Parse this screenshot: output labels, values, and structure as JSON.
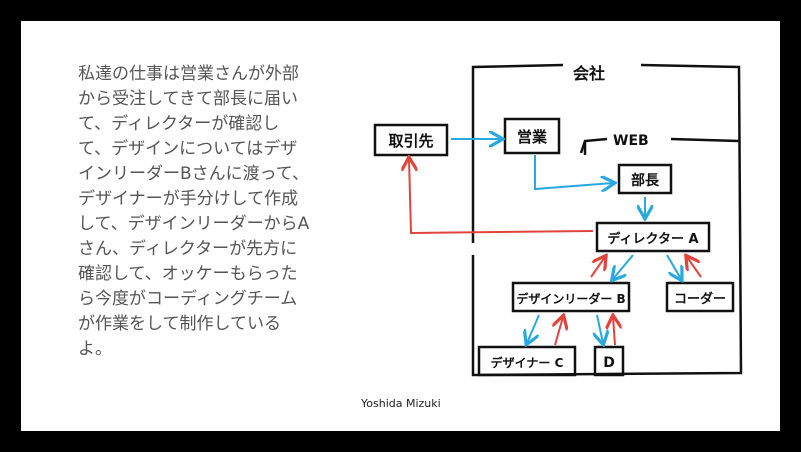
{
  "description_text": "私達の仕事は営業さんが外部\nから受注してきて部長に届い\nて、ディレクターが確認し\nて、デザインについてはデザ\nインリーダーBさんに渡って、\nデザイナーが手分けして作成\nして、デザインリーダーからA\nさん、ディレクターが先方に\n確認して、オッケーもらった\nら今度がコーディングチーム\nが作業をして制作している\nよ。",
  "caption": "Yoshida Mizuki",
  "diagram": {
    "company_label": "会社",
    "web_label": "WEB",
    "client": "取引先",
    "sales": "営業",
    "manager": "部長",
    "director": "ディレクター A",
    "design_leader": "デザインリーダー B",
    "coder": "コーダー",
    "designer": "デザイナー C",
    "d": "D"
  },
  "colors": {
    "blue_arrow": "#29a8e0",
    "red_arrow": "#e0443c",
    "ink": "#111111"
  }
}
